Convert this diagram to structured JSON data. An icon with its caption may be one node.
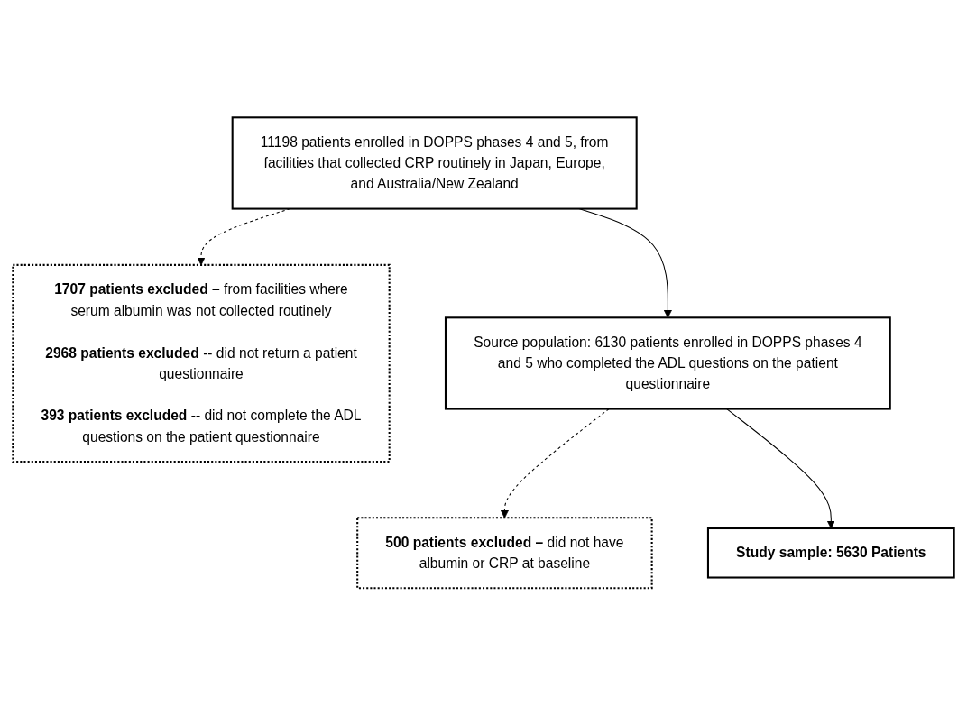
{
  "diagram": {
    "nodes": [
      {
        "text": [
          "11198 patients enrolled in DOPPS phases 4 and 5, from facilities that collected CRP routinely in Japan, Europe, and Australia/New Zealand"
        ]
      },
      {
        "text": [
          "**1707 patients excluded –** from facilities where serum albumin was not collected routinely",
          "**2968 patients excluded** -- did not return a patient questionnaire",
          "**393 patients excluded --** did not complete the ADL questions on the patient questionnaire"
        ]
      },
      {
        "text": [
          "Source population: 6130 patients enrolled in DOPPS phases 4 and 5 who completed the ADL questions on the patient questionnaire"
        ]
      },
      {
        "text": [
          "**500 patients excluded –** did not have albumin or CRP at baseline"
        ]
      },
      {
        "text": [
          "Study sample: 5630 Patients"
        ]
      }
    ],
    "edges": [
      {
        "from": 0,
        "to": 1,
        "arrow": "to",
        "style": "dashed"
      },
      {
        "from": 0,
        "to": 2,
        "arrow": "to"
      },
      {
        "from": 2,
        "to": 3,
        "arrow": "to",
        "style": "dashed"
      },
      {
        "from": 2,
        "to": 4,
        "arrow": "to"
      }
    ]
  }
}
